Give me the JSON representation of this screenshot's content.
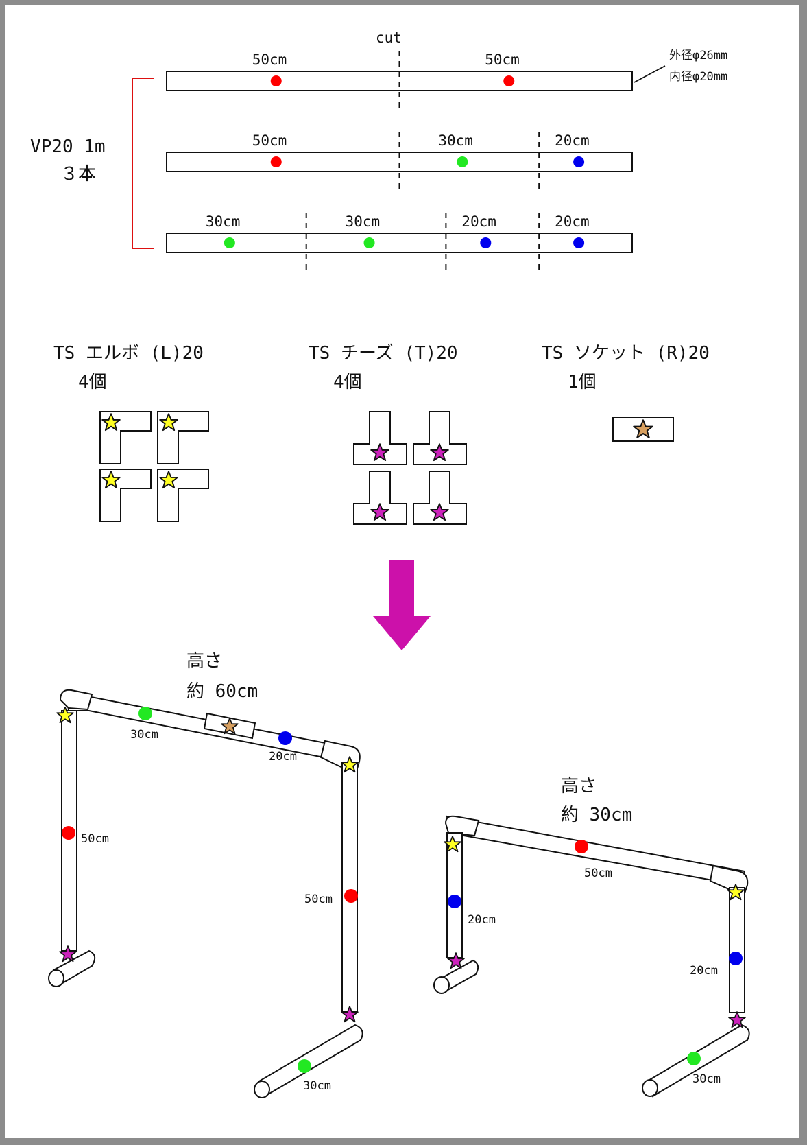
{
  "colors": {
    "red": "#ff0000",
    "green": "#22e822",
    "blue": "#0000ee",
    "yellow_star": "#ffff22",
    "magenta_star": "#cc22bb",
    "brown_star": "#d8a060",
    "arrow": "#cc11aa",
    "bracket": "#dd1111"
  },
  "cut_plan": {
    "cut_label": "cut",
    "material_label_line1": "VP20 1m",
    "material_label_line2": "３本",
    "spec_outer": "外径φ26mm",
    "spec_inner": "内径φ20mm",
    "pipes": [
      {
        "segments": [
          {
            "label": "50cm",
            "length_cm": 50,
            "color": "red"
          },
          {
            "label": "50cm",
            "length_cm": 50,
            "color": "red"
          }
        ]
      },
      {
        "segments": [
          {
            "label": "50cm",
            "length_cm": 50,
            "color": "red"
          },
          {
            "label": "30cm",
            "length_cm": 30,
            "color": "green"
          },
          {
            "label": "20cm",
            "length_cm": 20,
            "color": "blue"
          }
        ]
      },
      {
        "segments": [
          {
            "label": "30cm",
            "length_cm": 30,
            "color": "green"
          },
          {
            "label": "30cm",
            "length_cm": 30,
            "color": "green"
          },
          {
            "label": "20cm",
            "length_cm": 20,
            "color": "blue"
          },
          {
            "label": "20cm",
            "length_cm": 20,
            "color": "blue"
          }
        ]
      }
    ]
  },
  "fittings": [
    {
      "name": "TS エルボ (L)20",
      "count_label": "4個",
      "count": 4,
      "shape": "elbow",
      "star": "yellow_star"
    },
    {
      "name": "TS チーズ (T)20",
      "count_label": "4個",
      "count": 4,
      "shape": "tee",
      "star": "magenta_star"
    },
    {
      "name": "TS ソケット (R)20",
      "count_label": "1個",
      "count": 1,
      "shape": "socket",
      "star": "brown_star"
    }
  ],
  "assemblies": [
    {
      "title_line1": "高さ",
      "title_line2": "約 60cm",
      "labels": {
        "top_left": "30cm",
        "top_right": "20cm",
        "left_leg": "50cm",
        "right_leg": "50cm",
        "foot": "30cm"
      }
    },
    {
      "title_line1": "高さ",
      "title_line2": "約 30cm",
      "labels": {
        "top": "50cm",
        "left_leg": "20cm",
        "right_leg": "20cm",
        "foot": "30cm"
      }
    }
  ]
}
